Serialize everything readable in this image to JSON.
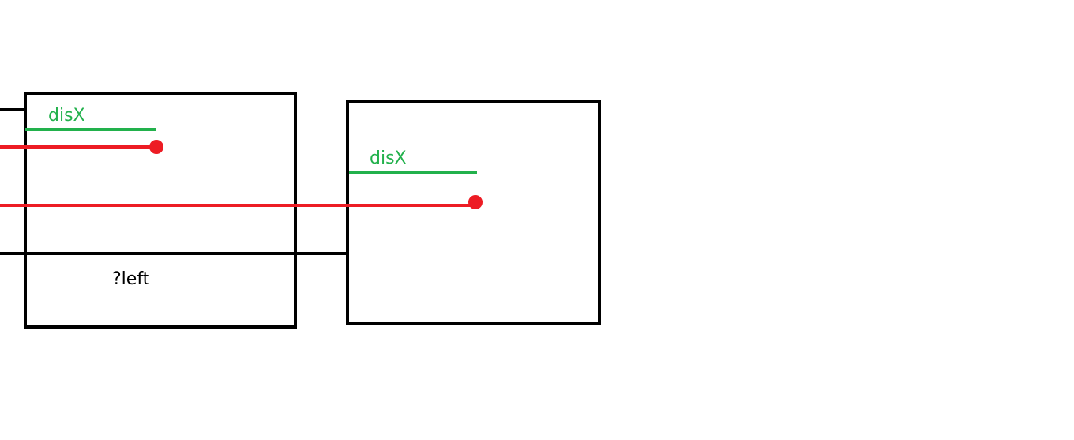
{
  "labels": {
    "box1_dis": "disX",
    "box2_dis": "disX",
    "left_label": "?left"
  },
  "colors": {
    "box_stroke": "#000000",
    "dis_line": "#22b14c",
    "pointer_line": "#ed1c24",
    "text_black": "#000000",
    "text_green": "#22b14c"
  }
}
